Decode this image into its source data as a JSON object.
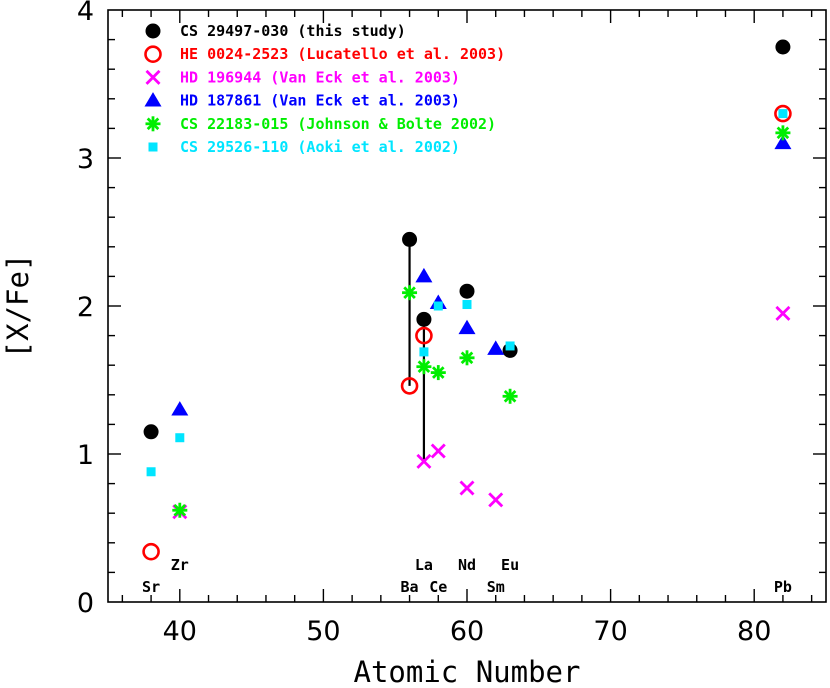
{
  "chart_data": {
    "type": "scatter",
    "xlabel": "Atomic Number",
    "ylabel": "[X/Fe]",
    "xlim": [
      35,
      85
    ],
    "ylim": [
      0,
      4
    ],
    "xticks": [
      40,
      50,
      60,
      70,
      80
    ],
    "yticks": [
      0,
      1,
      2,
      3,
      4
    ],
    "grid": false,
    "legend_position": "top-left",
    "series": [
      {
        "name": "CS 29497-030 (this study)",
        "marker": "filled-circle",
        "color": "#000000",
        "points": [
          [
            38,
            1.15
          ],
          [
            56,
            2.45
          ],
          [
            57,
            1.91
          ],
          [
            60,
            2.1
          ],
          [
            63,
            1.7
          ],
          [
            82,
            3.75
          ]
        ]
      },
      {
        "name": "HE 0024-2523 (Lucatello et al. 2003)",
        "marker": "open-circle",
        "color": "#ff0000",
        "points": [
          [
            38,
            0.34
          ],
          [
            56,
            1.46
          ],
          [
            57,
            1.8
          ],
          [
            82,
            3.3
          ]
        ]
      },
      {
        "name": "HD 196944 (Van Eck et al. 2003)",
        "marker": "cross",
        "color": "#ff00ff",
        "points": [
          [
            40,
            0.61
          ],
          [
            57,
            0.95
          ],
          [
            58,
            1.02
          ],
          [
            60,
            0.77
          ],
          [
            62,
            0.69
          ],
          [
            82,
            1.95
          ]
        ]
      },
      {
        "name": "HD 187861 (Van Eck et al. 2003)",
        "marker": "filled-triangle",
        "color": "#0000ff",
        "points": [
          [
            40,
            1.3
          ],
          [
            57,
            2.2
          ],
          [
            58,
            2.02
          ],
          [
            60,
            1.85
          ],
          [
            62,
            1.71
          ],
          [
            82,
            3.1
          ]
        ]
      },
      {
        "name": "CS 22183-015 (Johnson & Bolte 2002)",
        "marker": "asterisk",
        "color": "#00ee00",
        "points": [
          [
            40,
            0.62
          ],
          [
            56,
            2.09
          ],
          [
            57,
            1.59
          ],
          [
            58,
            1.55
          ],
          [
            60,
            1.65
          ],
          [
            63,
            1.39
          ],
          [
            82,
            3.17
          ]
        ]
      },
      {
        "name": "CS 29526-110 (Aoki et al. 2002)",
        "marker": "filled-square",
        "color": "#00e5ff",
        "points": [
          [
            38,
            0.88
          ],
          [
            40,
            1.11
          ],
          [
            57,
            1.69
          ],
          [
            58,
            2.0
          ],
          [
            60,
            2.01
          ],
          [
            63,
            1.73
          ],
          [
            82,
            3.3
          ]
        ]
      }
    ],
    "vertical_lines": [
      {
        "x": 56,
        "y1": 1.46,
        "y2": 2.45
      },
      {
        "x": 57,
        "y1": 0.95,
        "y2": 1.91
      }
    ],
    "element_labels": [
      {
        "text": "Sr",
        "x": 38,
        "row": "lower"
      },
      {
        "text": "Zr",
        "x": 40,
        "row": "upper"
      },
      {
        "text": "Ba",
        "x": 56,
        "row": "lower"
      },
      {
        "text": "La",
        "x": 57,
        "row": "upper"
      },
      {
        "text": "Ce",
        "x": 58,
        "row": "lower"
      },
      {
        "text": "Nd",
        "x": 60,
        "row": "upper"
      },
      {
        "text": "Sm",
        "x": 62,
        "row": "lower"
      },
      {
        "text": "Eu",
        "x": 63,
        "row": "upper"
      },
      {
        "text": "Pb",
        "x": 82,
        "row": "lower"
      }
    ]
  }
}
